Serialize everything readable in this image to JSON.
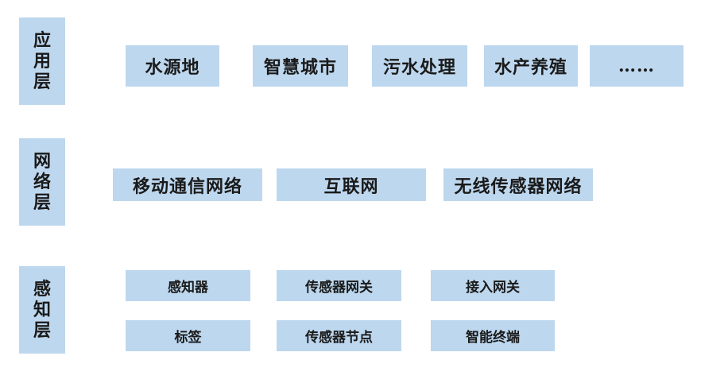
{
  "layers": {
    "application": {
      "label_chars": [
        "应",
        "用",
        "层"
      ],
      "items": [
        "水源地",
        "智慧城市",
        "污水处理",
        "水产养殖",
        "……"
      ]
    },
    "network": {
      "label_chars": [
        "网",
        "络",
        "层"
      ],
      "items": [
        "移动通信网络",
        "互联网",
        "无线传感器网络"
      ]
    },
    "perception": {
      "label_chars": [
        "感",
        "知",
        "层"
      ],
      "items": [
        "感知器",
        "传感器网关",
        "接入网关",
        "标签",
        "传感器节点",
        "智能终端"
      ]
    }
  },
  "colors": {
    "box_fill": "#bdd7ee",
    "text": "#1a1a1a",
    "background": "#ffffff"
  }
}
